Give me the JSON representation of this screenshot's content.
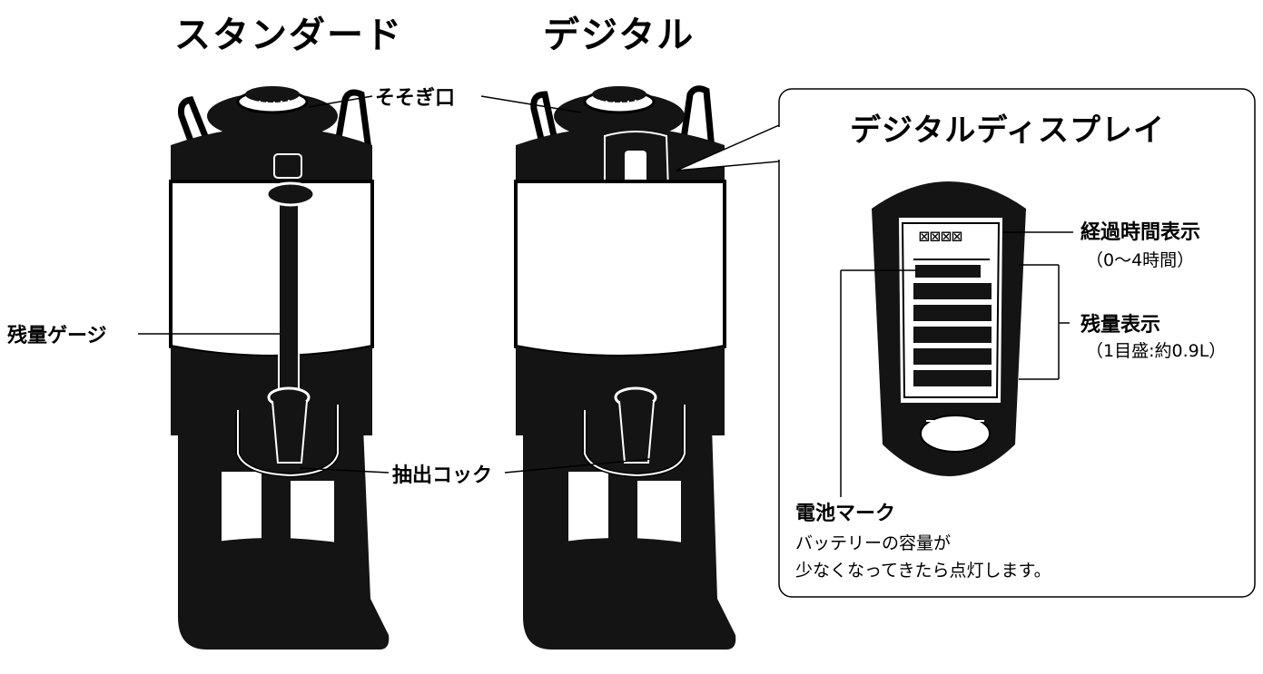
{
  "headings": {
    "standard": "スタンダード",
    "digital": "デジタル"
  },
  "labels": {
    "spout": "そそぎ口",
    "gauge": "残量ゲージ",
    "faucet": "抽出コック"
  },
  "display_panel": {
    "title": "デジタルディスプレイ",
    "elapsed_time": "経過時間表示",
    "elapsed_time_range": "（0〜4時間）",
    "remaining": "残量表示",
    "remaining_unit": "（1目盛:約0.9L）",
    "battery_mark": "電池マーク",
    "battery_desc_1": "バッテリーの容量が",
    "battery_desc_2": "少なくなってきたら点灯します。"
  },
  "display": {
    "segment_digits": "⊠⊠⊠⊠",
    "level_bars": 5
  },
  "colors": {
    "body": "#141414",
    "band": "#ffffff",
    "line": "#000000"
  }
}
